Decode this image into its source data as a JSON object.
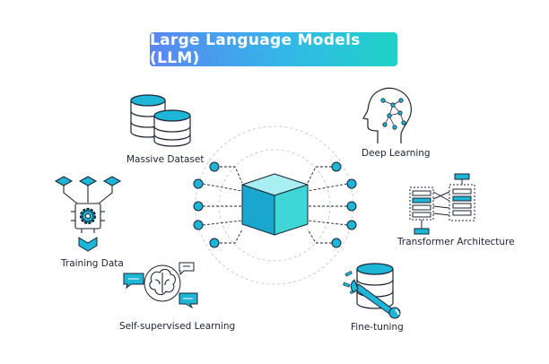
{
  "title": "Large Language Models (LLM)",
  "nodes": {
    "massive_dataset": "Massive Dataset",
    "deep_learning": "Deep Learning",
    "training_data": "Training Data",
    "transformer_architecture": "Transformer Architecture",
    "self_supervised_learning": "Self-supervised Learning",
    "fine_tuning": "Fine-tuning"
  },
  "colors": {
    "accent": "#1fb5d6",
    "outline": "#1b2433",
    "cube_light": "#3fd6d8",
    "cube_dark": "#1aa7cf",
    "cube_top": "#a9eef0"
  }
}
